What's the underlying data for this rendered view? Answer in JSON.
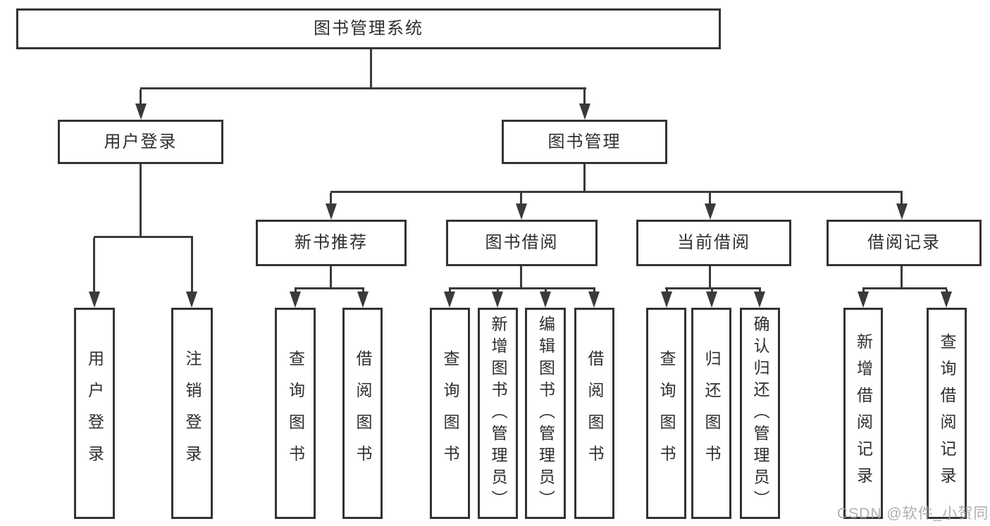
{
  "diagram": {
    "title": "图书管理系统",
    "branches": [
      {
        "label": "用户登录",
        "children": [
          "用户登录",
          "注销登录"
        ]
      },
      {
        "label": "图书管理",
        "sections": [
          {
            "label": "新书推荐",
            "children": [
              "查询图书",
              "借阅图书"
            ]
          },
          {
            "label": "图书借阅",
            "children": [
              "查询图书",
              "新增图书（管理员）",
              "编辑图书（管理员）",
              "借阅图书"
            ]
          },
          {
            "label": "当前借阅",
            "children": [
              "查询图书",
              "归还图书",
              "确认归还（管理员）"
            ]
          },
          {
            "label": "借阅记录",
            "children": [
              "新增借阅记录",
              "查询借阅记录"
            ]
          }
        ]
      }
    ],
    "line_color": "#3a3a3a",
    "border_color": "#333333"
  },
  "watermark": "CSDN @软件_小贺同学"
}
